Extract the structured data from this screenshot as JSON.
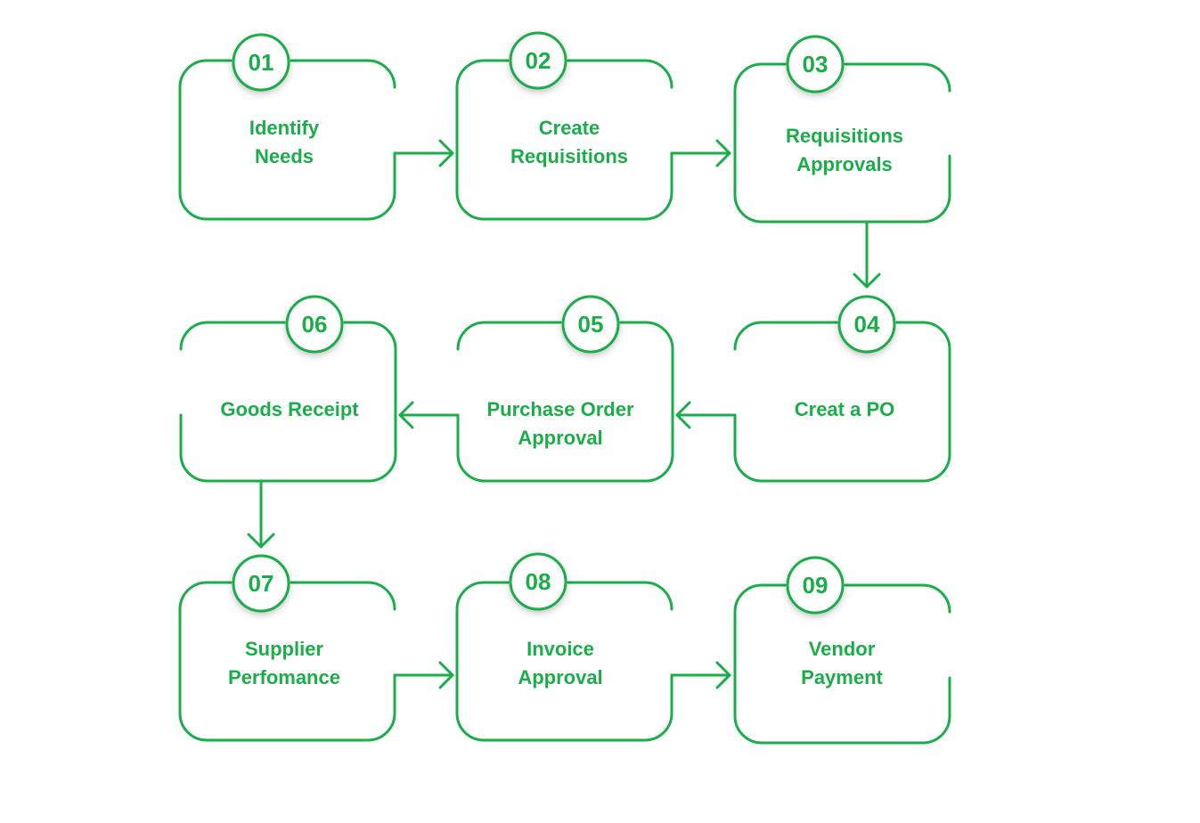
{
  "colors": {
    "accent": "#1aad4a",
    "background": "#ffffff"
  },
  "steps": [
    {
      "number": "01",
      "lines": [
        "Identify",
        "Needs"
      ]
    },
    {
      "number": "02",
      "lines": [
        "Create",
        "Requisitions"
      ]
    },
    {
      "number": "03",
      "lines": [
        "Requisitions",
        "Approvals"
      ]
    },
    {
      "number": "04",
      "lines": [
        "Creat a PO"
      ]
    },
    {
      "number": "05",
      "lines": [
        "Purchase Order",
        "Approval"
      ]
    },
    {
      "number": "06",
      "lines": [
        "Goods Receipt"
      ]
    },
    {
      "number": "07",
      "lines": [
        "Supplier",
        "Perfomance"
      ]
    },
    {
      "number": "08",
      "lines": [
        "Invoice",
        "Approval"
      ]
    },
    {
      "number": "09",
      "lines": [
        "Vendor",
        "Payment"
      ]
    }
  ]
}
